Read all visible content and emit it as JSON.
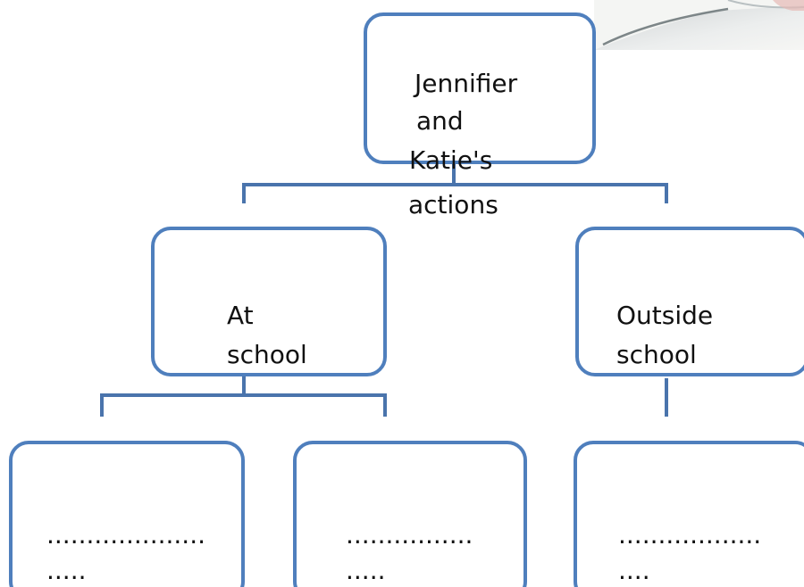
{
  "colors": {
    "box_border": "#4f7fbd",
    "connector": "#4a74ac",
    "text": "#111111"
  },
  "root": {
    "lines": [
      "Jennifier",
      "and",
      "Katie's",
      "actions"
    ]
  },
  "branches": {
    "at_school": {
      "lines": [
        "At",
        "school"
      ]
    },
    "outside_school": {
      "lines": [
        "Outside",
        "school"
      ]
    }
  },
  "leaves": [
    {
      "lines": [
        "....................",
        "....."
      ]
    },
    {
      "lines": [
        "................",
        "....."
      ]
    },
    {
      "lines": [
        "..................",
        "...."
      ]
    }
  ]
}
